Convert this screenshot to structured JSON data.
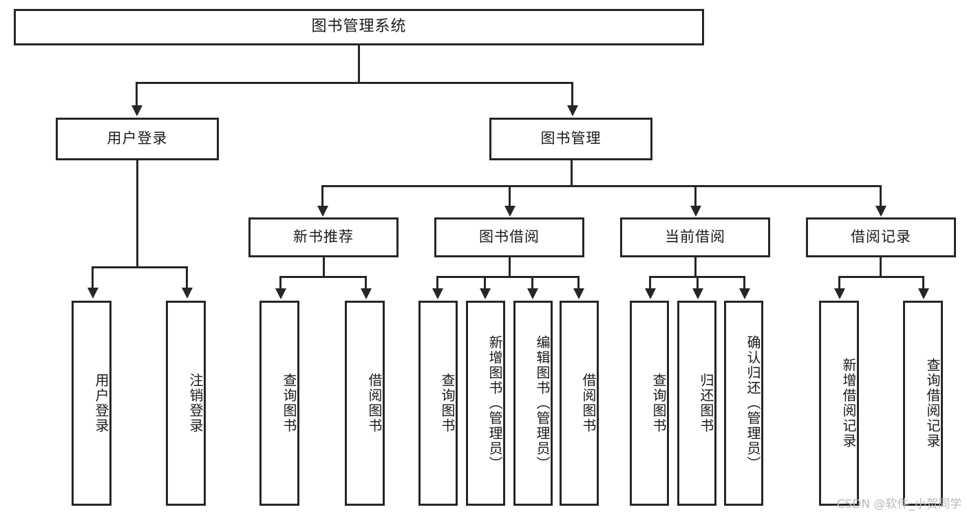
{
  "diagram": {
    "title": "图书管理系统",
    "watermark": "CSDN @软件_小贺同学",
    "type": "tree-hierarchy",
    "levels": 4,
    "root": {
      "label": "图书管理系统",
      "children": [
        {
          "label": "用户登录",
          "children": [
            {
              "label": "用户登录"
            },
            {
              "label": "注销登录"
            }
          ]
        },
        {
          "label": "图书管理",
          "children": [
            {
              "label": "新书推荐",
              "children": [
                {
                  "label": "查询图书"
                },
                {
                  "label": "借阅图书"
                }
              ]
            },
            {
              "label": "图书借阅",
              "children": [
                {
                  "label": "查询图书"
                },
                {
                  "label": "新增图书（管理员）"
                },
                {
                  "label": "编辑图书（管理员）"
                },
                {
                  "label": "借阅图书"
                }
              ]
            },
            {
              "label": "当前借阅",
              "children": [
                {
                  "label": "查询图书"
                },
                {
                  "label": "归还图书"
                },
                {
                  "label": "确认归还（管理员）"
                }
              ]
            },
            {
              "label": "借阅记录",
              "children": [
                {
                  "label": "新增借阅记录"
                },
                {
                  "label": "查询借阅记录"
                }
              ]
            }
          ]
        }
      ]
    },
    "nodes": {
      "root": "图书管理系统",
      "user_login": "用户登录",
      "book_manage": "图书管理",
      "new_book_rec": "新书推荐",
      "book_borrow": "图书借阅",
      "current_borrow": "当前借阅",
      "borrow_record": "借阅记录",
      "leaf_user_login": "用户登录",
      "leaf_logout": "注销登录",
      "leaf_query_book_1": "查询图书",
      "leaf_borrow_book_1": "借阅图书",
      "leaf_query_book_2": "查询图书",
      "leaf_add_book": "新增图书（管理员）",
      "leaf_edit_book": "编辑图书（管理员）",
      "leaf_borrow_book_2": "借阅图书",
      "leaf_query_book_3": "查询图书",
      "leaf_return_book": "归还图书",
      "leaf_confirm_return": "确认归还（管理员）",
      "leaf_add_record": "新增借阅记录",
      "leaf_query_record": "查询借阅记录"
    },
    "colors": {
      "stroke": "#262626",
      "fill": "#ffffff",
      "text": "#1a1a1a",
      "watermark": "#b9b9b9"
    }
  }
}
